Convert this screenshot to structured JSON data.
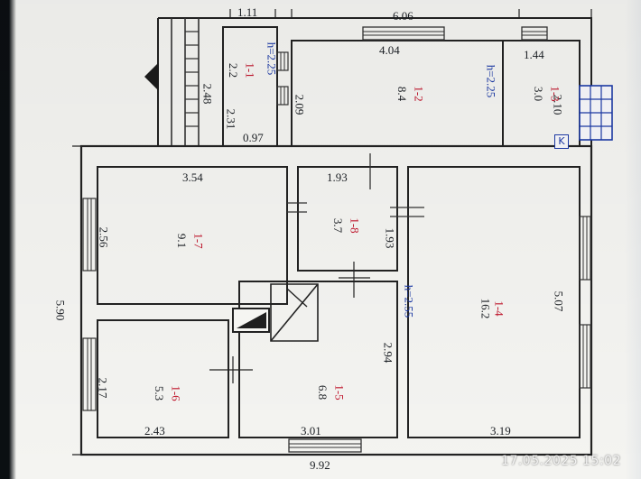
{
  "plan": {
    "rooms": [
      {
        "id": "1-1",
        "area": "2.2"
      },
      {
        "id": "1-2",
        "area": "8.4"
      },
      {
        "id": "1-3",
        "area": "3.0"
      },
      {
        "id": "1-4",
        "area": "16.2"
      },
      {
        "id": "1-5",
        "area": "6.8"
      },
      {
        "id": "1-6",
        "area": "5.3"
      },
      {
        "id": "1-7",
        "area": "9.1"
      },
      {
        "id": "1-8",
        "area": "3.7"
      }
    ],
    "dimensions": {
      "top_1_11": "1.11",
      "top_6_06": "6.06",
      "room2_4_04": "4.04",
      "room3_1_44": "1.44",
      "left_2_48": "2.48",
      "left_2_31": "2.31",
      "left_2_09": "2.09",
      "room_1_2_10": "2.10",
      "mid_0_97": "0.97",
      "room7_3_54": "3.54",
      "room7_2_56": "2.56",
      "room8_1_93_top": "1.93",
      "room8_1_93_side": "1.93",
      "outer_5_90": "5.90",
      "room4_5_07": "5.07",
      "room5_2_94": "2.94",
      "room6_2_17": "2.17",
      "room6_2_43": "2.43",
      "room5_3_01": "3.01",
      "room4_3_19": "3.19",
      "bottom_9_92": "9.92"
    },
    "heights": {
      "h1": "h=2.25",
      "h2": "h=2.25",
      "h3": "h=2.55"
    },
    "k_label": "K"
  },
  "stamp": {
    "datetime": "17.05.2025  15:02"
  }
}
